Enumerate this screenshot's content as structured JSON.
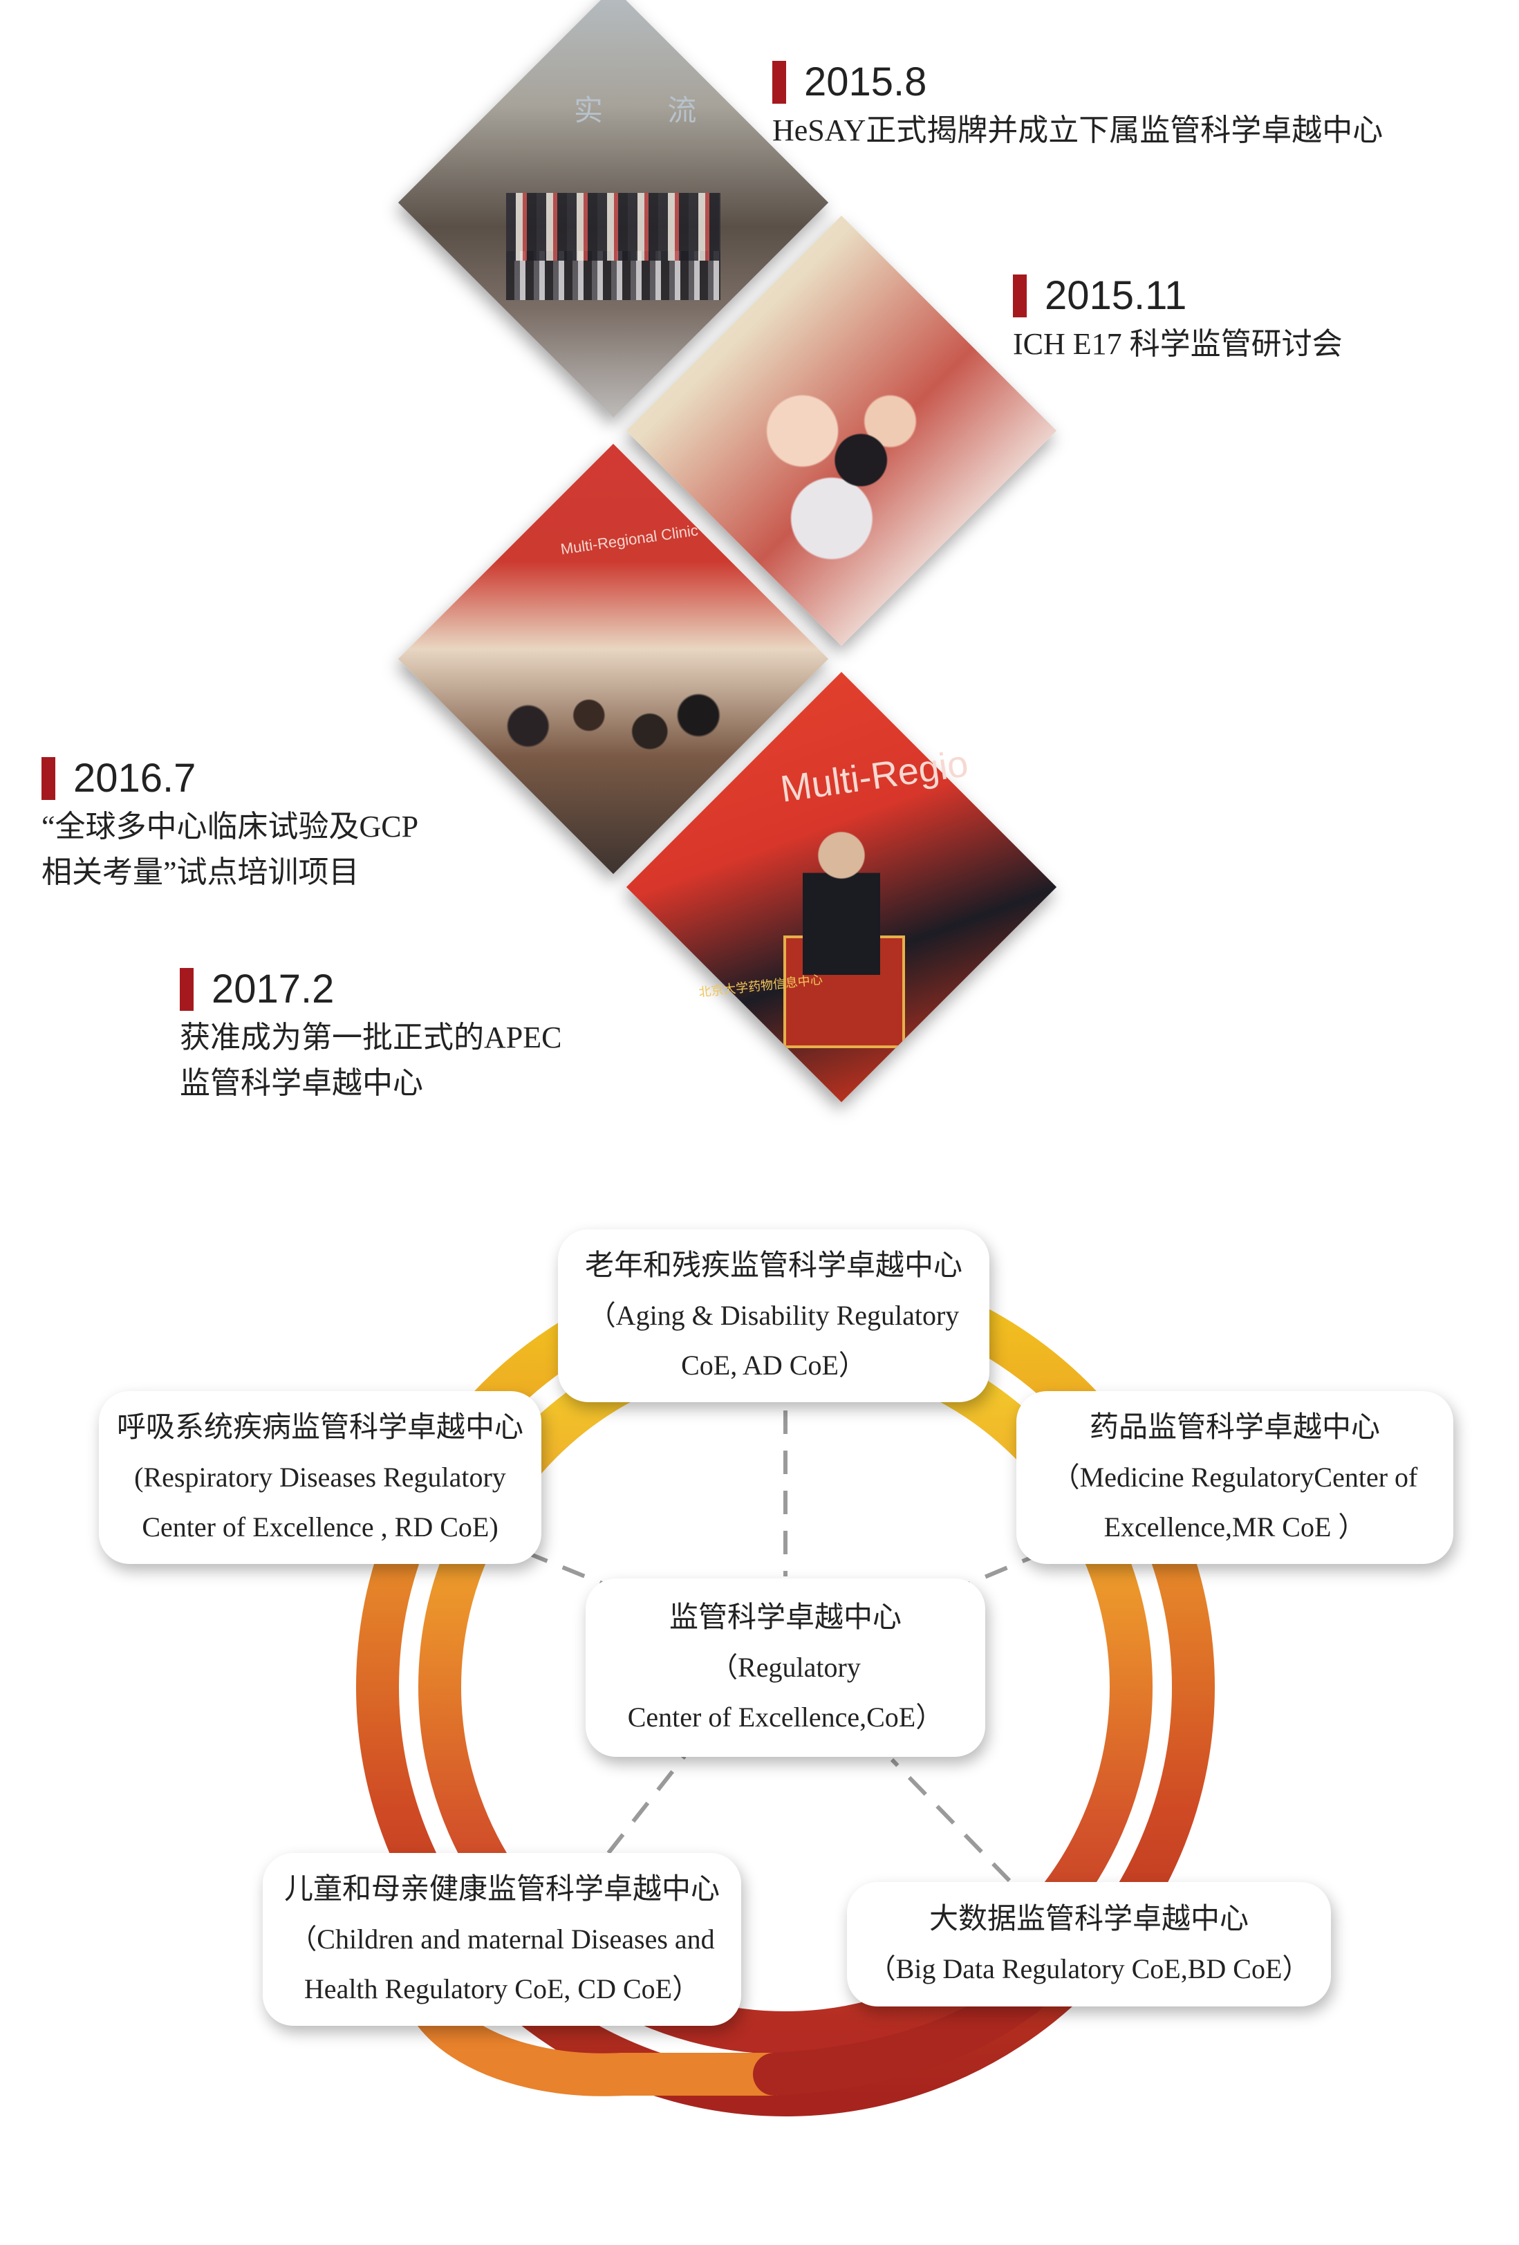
{
  "timeline": [
    {
      "date": "2015.8",
      "lines": [
        "HeSAY正式揭牌并成立下属监管科学卓越中心"
      ]
    },
    {
      "date": "2015.11",
      "lines": [
        "ICH E17 科学监管研讨会"
      ]
    },
    {
      "date": "2016.7",
      "lines": [
        "“全球多中心临床试验及GCP",
        "相关考量”试点培训项目"
      ]
    },
    {
      "date": "2017.2",
      "lines": [
        "获准成为第一批正式的APEC",
        "监管科学卓越中心"
      ]
    }
  ],
  "photos": {
    "photo1_sign": "实 流",
    "photo3_banner": "Multi-Regional Clinic",
    "photo4_banner": "Multi-Regio",
    "photo4_podium": "北京大学药物信息中心"
  },
  "centers": {
    "aging": {
      "lines": [
        "老年和残疾监管科学卓越中心",
        "（Aging & Disability Regulatory",
        "CoE, AD CoE）"
      ]
    },
    "respiratory": {
      "lines": [
        "呼吸系统疾病监管科学卓越中心",
        "(Respiratory Diseases Regulatory",
        "Center of Excellence , RD CoE)"
      ]
    },
    "medicine": {
      "lines": [
        "药品监管科学卓越中心",
        "（Medicine RegulatoryCenter of",
        "Excellence,MR CoE ）"
      ]
    },
    "core": {
      "lines": [
        "监管科学卓越中心",
        "（Regulatory",
        "Center of Excellence,CoE）"
      ]
    },
    "children": {
      "lines": [
        "儿童和母亲健康监管科学卓越中心",
        "（Children and maternal Diseases and",
        "Health Regulatory CoE, CD CoE）"
      ]
    },
    "bigdata": {
      "lines": [
        "大数据监管科学卓越中心",
        "（Big Data Regulatory CoE,BD CoE）"
      ]
    }
  },
  "colors": {
    "accent_bar": "#a5191e",
    "ring_yellow": "#f0c21f",
    "ring_orange": "#e2762a",
    "ring_red": "#b3281f",
    "connector": "#9a9a9a"
  }
}
